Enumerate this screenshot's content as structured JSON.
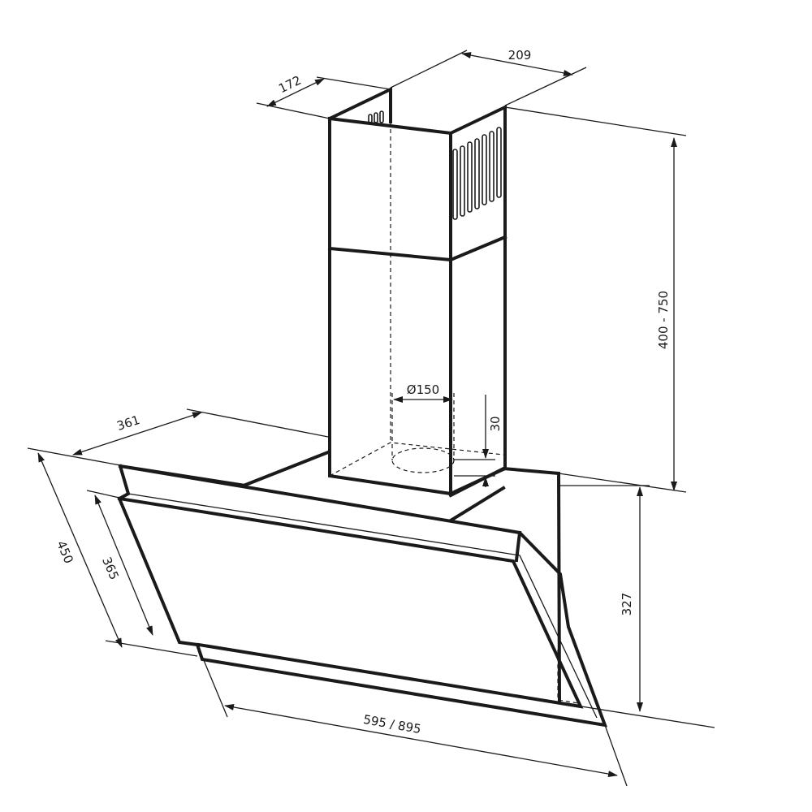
{
  "dimensions": {
    "chimney_width": "209",
    "chimney_depth": "172",
    "height_range": "400 - 750",
    "outlet_diameter": "Ø150",
    "outlet_offset": "30",
    "hood_depth_top": "361",
    "canopy_slant_outer": "450",
    "canopy_slant_inner": "365",
    "hood_height": "327",
    "hood_width": "595 / 895"
  },
  "colors": {
    "line": "#1a1a1a",
    "background": "#ffffff"
  }
}
